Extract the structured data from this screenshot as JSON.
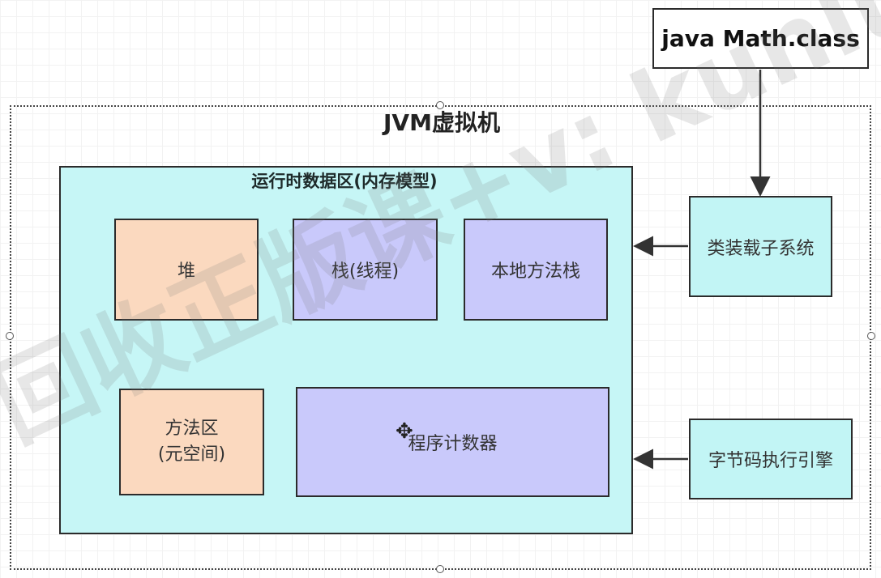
{
  "diagram": {
    "java_class_box": "java Math.class",
    "jvm_title": "JVM虚拟机",
    "runtime_area_title": "运行时数据区(内存模型)",
    "heap": "堆",
    "stack": "栈(线程)",
    "native_method_stack": "本地方法栈",
    "method_area_line1": "方法区",
    "method_area_line2": "(元空间)",
    "program_counter": "程序计数器",
    "class_loader": "类装载子系统",
    "execution_engine": "字节码执行引擎"
  },
  "watermark": {
    "text": "回收正版课+v: kunlung"
  },
  "colors": {
    "runtime_area": "#c6f6f6",
    "orange_box": "#fbd9bf",
    "purple_box": "#c9c9fb",
    "cyan_box": "#c2f5f5"
  }
}
